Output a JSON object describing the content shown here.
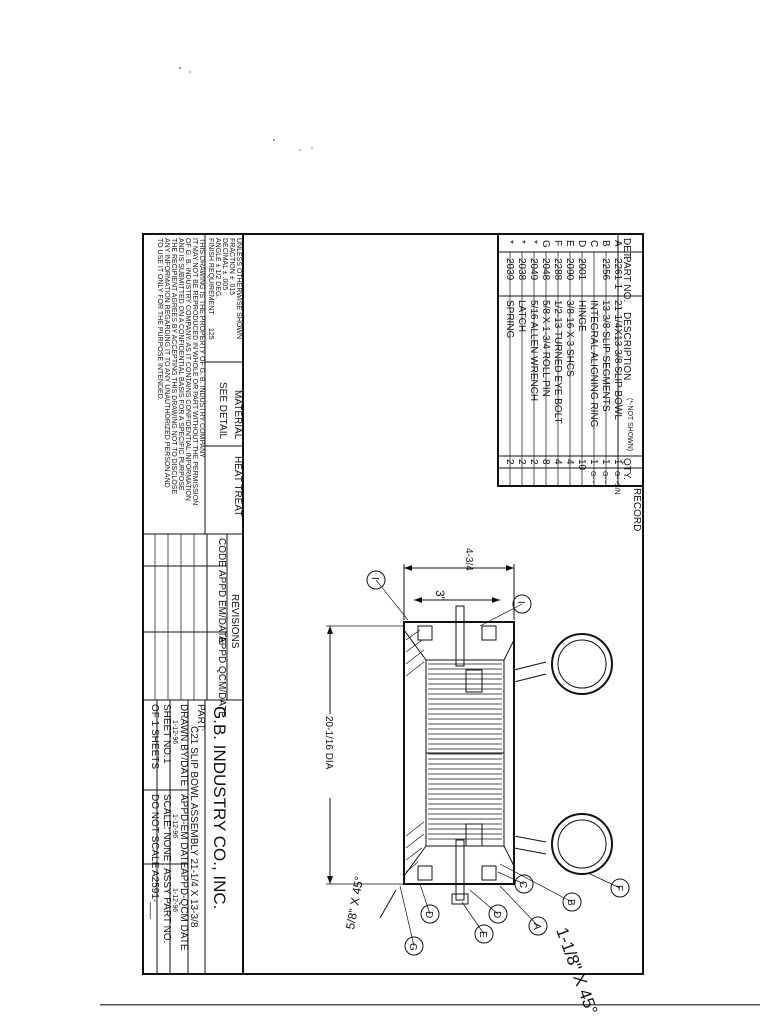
{
  "bom": {
    "headers": {
      "det": "DET.",
      "part_no": "PART NO.",
      "description": "DESCRIPTION",
      "not_shown": "(*-NOT SHOWN)",
      "qty": "QTY.",
      "record": "RECORD"
    },
    "rows": [
      {
        "det": "A",
        "part_no": "2261-1",
        "description": "21-1/4X13-3/8 SLIP BOWL",
        "qty": "1",
        "record": "G-  -S/N"
      },
      {
        "det": "B",
        "part_no": "2256",
        "description": "13-3/8 SLIP SEGMENTS",
        "qty": "1",
        "record": "G-  -"
      },
      {
        "det": "C",
        "part_no": "",
        "description": "INTEGRAL ALIGNING RING",
        "qty": "1",
        "record": "G-  -"
      },
      {
        "det": "D",
        "part_no": "2001",
        "description": "HINGE",
        "qty": "10",
        "record": ""
      },
      {
        "det": "E",
        "part_no": "2090",
        "description": "3/8-16 X 3 SHCS",
        "qty": "4",
        "record": ""
      },
      {
        "det": "F",
        "part_no": "2288",
        "description": "1/2-13 TURNED EYE BOLT",
        "qty": "4",
        "record": ""
      },
      {
        "det": "G",
        "part_no": "2048",
        "description": "5/8 X 1-3/4 ROLL PIN",
        "qty": "8",
        "record": ""
      },
      {
        "det": "*",
        "part_no": "2049",
        "description": "5/16 ALLEN WRENCH",
        "qty": "2",
        "record": ""
      },
      {
        "det": "*",
        "part_no": "2038",
        "description": "LATCH",
        "qty": "2",
        "record": ""
      },
      {
        "det": "*",
        "part_no": "2039",
        "description": "SPRING",
        "qty": "2",
        "record": ""
      }
    ]
  },
  "tolerances": {
    "l1": "UNLESS OTHERWISE SHOWN",
    "l2": "FRACTION ± .015",
    "l3": "DECIMAL ± .005",
    "l4": "ANGLE ± 1/2 DEG.",
    "l5": "FINISH REQUIREMENT",
    "finish_value": "125"
  },
  "notice": {
    "l1": "THIS DRAWING IS THE PROPERTY OF G. B. INDUSTRY COMPANY",
    "l2": "IT MAY NOT BE REPRODUCED IN WHOLE OR PART WITHOUT THE PERMISSION",
    "l3": "OF G. B. INDUSTRY COMPANY. AS IT CONTAINS CONFIDENTIAL INFORMATION",
    "l4": "AND IS SUBMITTED ON A CONFIDENTIAL BASIS FOR A SPECIFIC PURPOSE",
    "l5": "THE RECIPIENT AGREES BY ACCEPTING THIS DRAWING NOT TO DISCLOSE",
    "l6": "ANY INFORMATION REGARDING IT TO ANY UNAUTHORIZED PERSON AND",
    "l7": "TO USE IT ONLY FOR THE PURPOSE INTENDED."
  },
  "material": {
    "label": "MATERIAL",
    "value": "SEE DETAIL"
  },
  "heat_treat": {
    "label": "HEAT TREAT"
  },
  "revisions": {
    "title": "REVISIONS",
    "code": "CODE",
    "appd_em": "APPD EM/DATE",
    "appd_qcm": "APPD QCM/DATE"
  },
  "title_block": {
    "company": "G.B. INDUSTRY CO., INC.",
    "part_label": "PART:",
    "part_name": "C21 SLIP BOWL ASSEMBLY 21-1/4 X 13-3/8",
    "drawn_by": "DRAWN BY/DATE",
    "drawn_value": "1-12-96",
    "appd_em_date": "APPD-EM DATE",
    "appd_em_value": "1-12-96",
    "appd_qcm_date": "APPD-QCM DATE",
    "appd_qcm_value": "1-12-96",
    "sheet_no": "SHEET NO.",
    "sheet_value": "1",
    "of_sheets": "OF 1 SHEETS",
    "scale": "SCALE: NONE",
    "do_not_scale": "DO NOT SCALE",
    "assy_part_no": "ASSY PART NO.",
    "assy_value": "A2591-___"
  },
  "dimensions": {
    "height_overall": "4-3/4",
    "height_inner": "3\"",
    "diameter": "20-1/16 DIA",
    "chamfer_top": "1-1/8\" X 45°",
    "chamfer_bottom": "5/8\" X 45°"
  },
  "balloons": [
    "A",
    "B",
    "C",
    "D",
    "E",
    "F",
    "G",
    "I"
  ]
}
